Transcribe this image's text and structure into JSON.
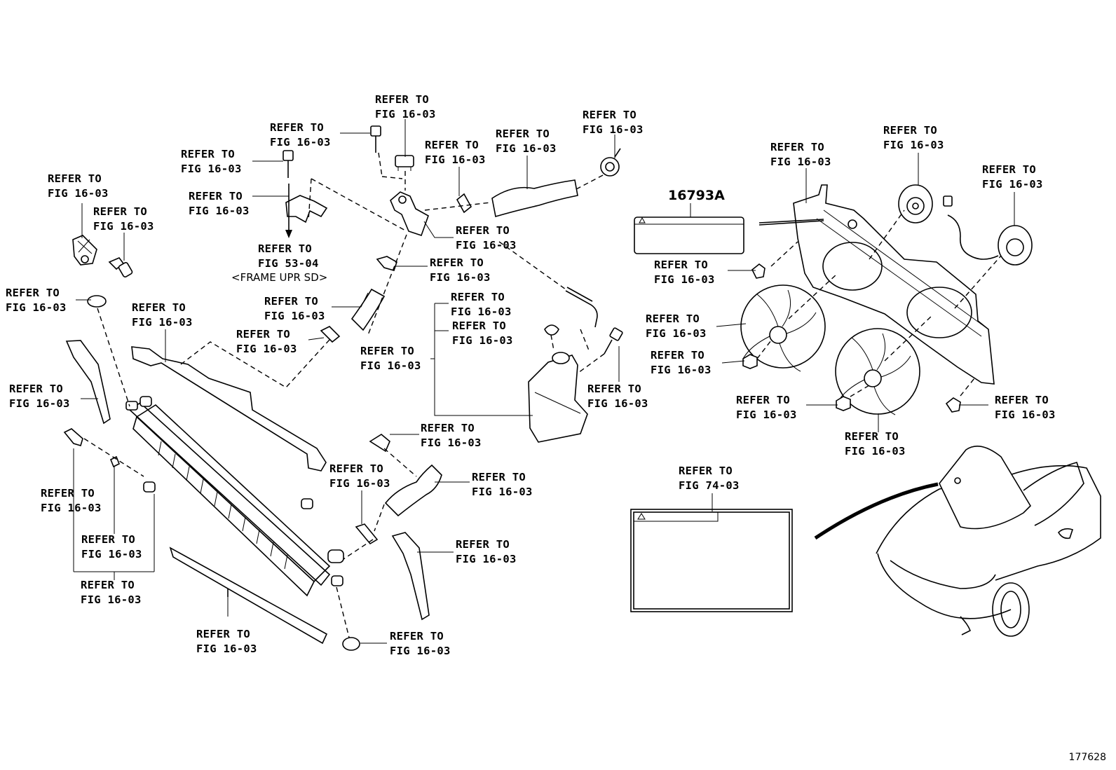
{
  "refer_line1": "REFER TO",
  "fig_16_03": "FIG 16-03",
  "fig_53_04": "FIG 53-04",
  "fig_74_03": "FIG 74-03",
  "frame_note": "<FRAME UPR SD>",
  "part_number": "16793A",
  "image_id": "177628",
  "icons": [
    "radiator-drawing",
    "radiator-support-drawing",
    "hose-drawing",
    "reservoir-tank-drawing",
    "fan-shroud-drawing",
    "fan-motor-drawing",
    "fan-blade-drawing",
    "caution-label-drawing",
    "car-drawing",
    "clamp-drawing",
    "bolt-drawing"
  ]
}
